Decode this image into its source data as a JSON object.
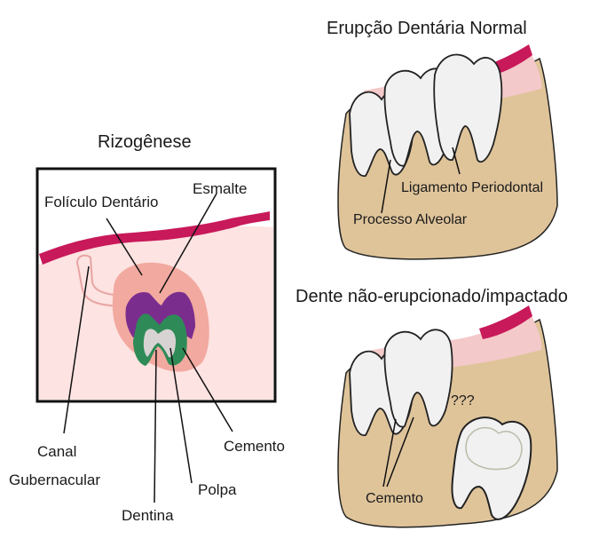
{
  "titles": {
    "rizogenese": "Rizogênese",
    "normal": "Erupção Dentária Normal",
    "impacted": "Dente não-erupcionado/impactado"
  },
  "labels": {
    "foliculo": "Folículo Dentário",
    "esmalte": "Esmalte",
    "canal_1": "Canal",
    "canal_2": "Gubernacular",
    "dentina": "Dentina",
    "polpa": "Polpa",
    "cemento_left": "Cemento",
    "ligamento": "Ligamento Periodontal",
    "processo": "Processo Alveolar",
    "cemento_bottom": "Cemento",
    "question": "???"
  },
  "colors": {
    "gum": "#c8195a",
    "gum_light": "#f4c9c9",
    "follicle": "#f2a9a0",
    "box_bg": "#fde3e1",
    "enamel": "#7b2d8e",
    "dentin": "#2e8b57",
    "pulp": "#d8d3d3",
    "bone": "#dfc49a",
    "tooth": "#f1f1f1"
  }
}
